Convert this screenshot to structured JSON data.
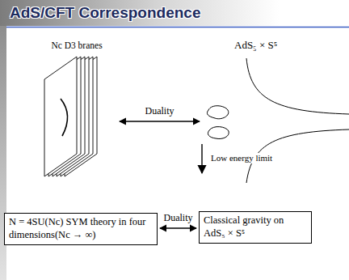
{
  "diagram": {
    "title": "AdS/CFT Correspondence",
    "nodes": [
      {
        "text": [
          "Nc D3 branes"
        ]
      },
      {
        "text": [
          "AdS₅ × S⁵"
        ]
      },
      {
        "text": [
          "N = 4SU(Nc) SYM theory in four dimensions(Nc → ∞)"
        ]
      },
      {
        "text": [
          "Classical gravity on AdS₅ × S⁵"
        ]
      }
    ],
    "edges": [
      {
        "from": 0,
        "to": 1,
        "arrow": "both",
        "label": "Duality"
      },
      {
        "from": 2,
        "to": 3,
        "arrow": "both",
        "label": "Duality"
      }
    ],
    "labels": [
      "Low energy limit"
    ]
  }
}
